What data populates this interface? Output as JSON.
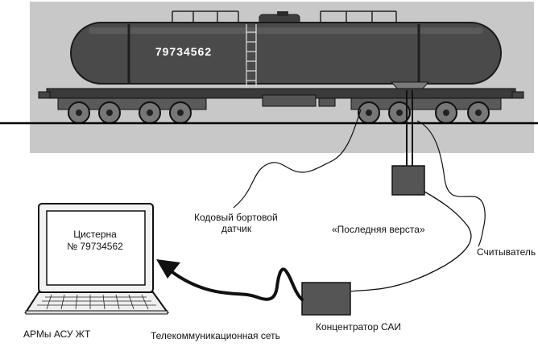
{
  "tank_car": {
    "number": "79734562"
  },
  "laptop": {
    "screen_line1": "Цистерна",
    "screen_line2": "№ 79734562"
  },
  "labels": {
    "onboard_sensor_line1": "Кодовый бортовой",
    "onboard_sensor_line2": "датчик",
    "last_mile": "«Последняя верста»",
    "reader": "Считыватель",
    "concentrator": "Концентратор САИ",
    "network": "Телекоммуникационная сеть",
    "workstations": "АРМы АСУ ЖТ"
  }
}
